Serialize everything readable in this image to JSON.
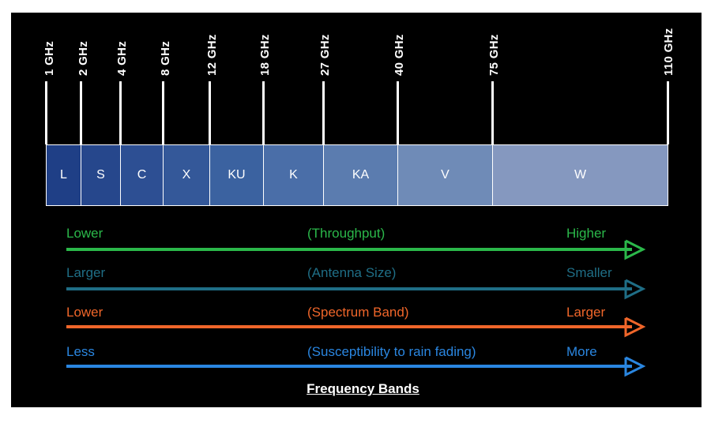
{
  "frequency_labels": [
    "1 GHz",
    "2 GHz",
    "4 GHz",
    "8 GHz",
    "12 GHz",
    "18 GHz",
    "27 GHz",
    "40 GHz",
    "75 GHz",
    "110 GHz"
  ],
  "bands": [
    {
      "name": "L",
      "color": "#1f3f86"
    },
    {
      "name": "S",
      "color": "#26478c"
    },
    {
      "name": "C",
      "color": "#2d4f93"
    },
    {
      "name": "X",
      "color": "#345899"
    },
    {
      "name": "KU",
      "color": "#3b62a0"
    },
    {
      "name": "K",
      "color": "#4a6ea8"
    },
    {
      "name": "KA",
      "color": "#5b7caf"
    },
    {
      "name": "V",
      "color": "#6f8bb7"
    },
    {
      "name": "W",
      "color": "#8598bf"
    }
  ],
  "rows": [
    {
      "left": "Lower",
      "middle": "(Throughput)",
      "right": "Higher",
      "color": "#2bb84a"
    },
    {
      "left": "Larger",
      "middle": "(Antenna Size)",
      "right": "Smaller",
      "color": "#1f6e86"
    },
    {
      "left": "Lower",
      "middle": "(Spectrum Band)",
      "right": "Larger",
      "color": "#f0662a"
    },
    {
      "left": "Less",
      "middle": "(Susceptibility to rain fading)",
      "right": "More",
      "color": "#2a86e0"
    }
  ],
  "caption": "Frequency Bands"
}
